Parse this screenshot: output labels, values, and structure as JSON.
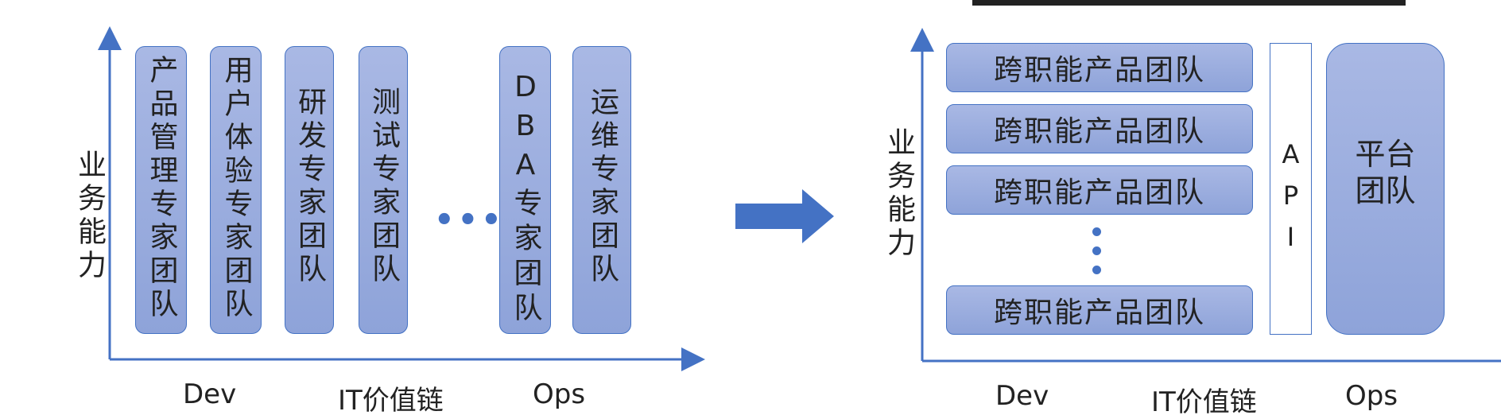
{
  "left_diagram": {
    "y_axis_label": "业务能力",
    "x_labels": {
      "dev": "Dev",
      "chain": "IT价值链",
      "ops": "Ops"
    },
    "teams": [
      "产品管理专家团队",
      "用户体验专家团队",
      "研发专家团队",
      "测试专家团队",
      "DBA专家团队",
      "运维专家团队"
    ],
    "ellipsis": "•••"
  },
  "right_diagram": {
    "y_axis_label": "业务能力",
    "x_labels": {
      "dev": "Dev",
      "chain": "IT价值链",
      "ops": "Ops"
    },
    "cross_functional_teams": [
      "跨职能产品团队",
      "跨职能产品团队",
      "跨职能产品团队",
      "跨职能产品团队"
    ],
    "api_label": "API",
    "platform_label": "平台团队"
  },
  "colors": {
    "accent": "#4472c4",
    "box_fill": "#a9b8e4"
  },
  "icons": {
    "transition": "right-arrow-icon"
  }
}
